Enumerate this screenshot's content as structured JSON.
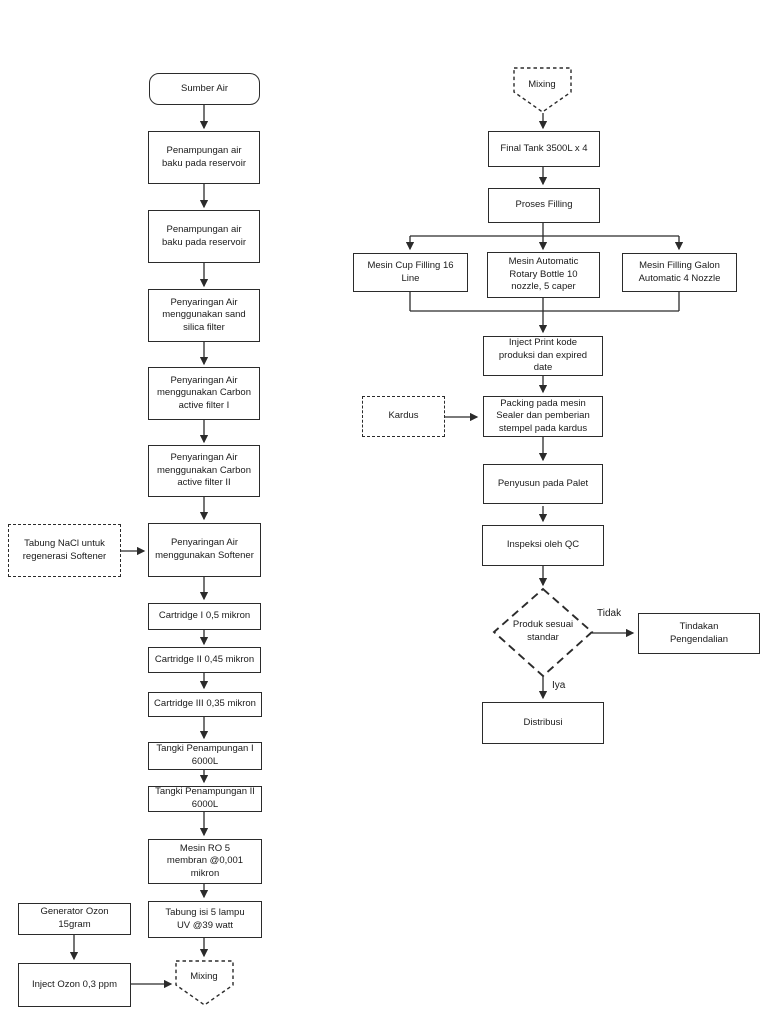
{
  "colors": {
    "line": "#2b2b2b",
    "text": "#1a1a1a",
    "background": "#ffffff"
  },
  "nodes": {
    "sumber_air": {
      "label": "Sumber Air"
    },
    "penampungan_1": {
      "label": "Penampungan air\nbaku pada reservoir"
    },
    "penampungan_2": {
      "label": "Penampungan air\nbaku pada reservoir"
    },
    "sand_filter": {
      "label": "Penyaringan Air\nmenggunakan sand\nsilica filter"
    },
    "carbon_1": {
      "label": "Penyaringan Air\nmenggunakan Carbon\nactive filter I"
    },
    "carbon_2": {
      "label": "Penyaringan Air\nmenggunakan Carbon\nactive filter II"
    },
    "nacl": {
      "label": "Tabung NaCl untuk\nregenerasi Softener"
    },
    "softener": {
      "label": "Penyaringan Air\nmenggunakan Softener"
    },
    "cartridge_1": {
      "label": "Cartridge I 0,5 mikron"
    },
    "cartridge_2": {
      "label": "Cartridge II 0,45 mikron"
    },
    "cartridge_3": {
      "label": "Cartridge III 0,35 mikron"
    },
    "tangki_1": {
      "label": "Tangki Penampungan I\n6000L"
    },
    "tangki_2": {
      "label": "Tangki Penampungan II\n6000L"
    },
    "mesin_ro": {
      "label": "Mesin RO 5\nmembran @0,001\nmikron"
    },
    "uv": {
      "label": "Tabung isi 5 lampu\nUV @39 watt"
    },
    "generator_ozon": {
      "label": "Generator Ozon\n15gram"
    },
    "inject_ozon": {
      "label": "Inject Ozon 0,3 ppm"
    },
    "mixing_left": {
      "label": "Mixing"
    },
    "mixing_right": {
      "label": "Mixing"
    },
    "final_tank": {
      "label": "Final Tank 3500L x 4"
    },
    "proses_filling": {
      "label": "Proses Filling"
    },
    "cup_filling": {
      "label": "Mesin Cup Filling 16\nLine"
    },
    "rotary_bottle": {
      "label": "Mesin Automatic\nRotary Bottle 10\nnozzle, 5 caper"
    },
    "galon": {
      "label": "Mesin Filling Galon\nAutomatic 4 Nozzle"
    },
    "inject_print": {
      "label": "Inject Print kode\nproduksi dan expired\ndate"
    },
    "kardus": {
      "label": "Kardus"
    },
    "packing": {
      "label": "Packing pada mesin\nSealer dan pemberian\nstempel pada kardus"
    },
    "penyusun": {
      "label": "Penyusun pada Palet"
    },
    "inspeksi": {
      "label": "Inspeksi oleh QC"
    },
    "decision": {
      "label": "Produk sesuai\nstandar"
    },
    "tindakan": {
      "label": "Tindakan\nPengendalian"
    },
    "distribusi": {
      "label": "Distribusi"
    }
  },
  "edge_labels": {
    "no": "Tidak",
    "yes": "Iya"
  }
}
